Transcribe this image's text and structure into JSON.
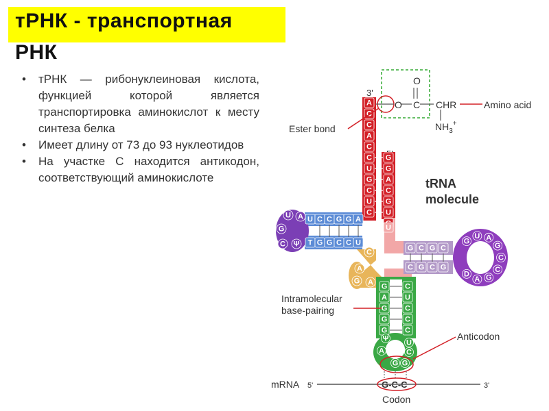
{
  "slide": {
    "title_line1": "тРНК - транспортная",
    "title_line2": "РНК",
    "bullets": [
      "тРНК — рибонуклеиновая кислота, функцией которой является транспортировка аминокислот к месту синтеза белка",
      "Имеет длину от 73 до 93 нуклеотидов",
      "На участке C находится антикодон, соответствующий аминокислоте"
    ]
  },
  "figure": {
    "label_3prime": "3'",
    "label_5prime": "5'",
    "ester_bond": "Ester bond",
    "amino_acid": "Amino acid",
    "group_o": "O",
    "group_c": "C",
    "group_chr": "CHR",
    "group_dbl_o": "O",
    "group_nh3": "NH",
    "group_nh3_sub": "3",
    "group_nh3_sup": "+",
    "trna_molecule_1": "tRNA",
    "trna_molecule_2": "molecule",
    "intramolecular_1": "Intramolecular",
    "intramolecular_2": "base-pairing",
    "anticodon": "Anticodon",
    "mrna": "mRNA",
    "mrna_5": "5'",
    "mrna_3": "3'",
    "codon": "Codon",
    "codon_seq": "G-C-C",
    "acceptor_3_seq": [
      "A",
      "C",
      "C",
      "A",
      "C",
      "C",
      "U",
      "G",
      "C",
      "U",
      "C"
    ],
    "acceptor_5_seq": [
      "G",
      "G",
      "A",
      "C",
      "G",
      "U",
      "G"
    ],
    "acceptor_5_extra": "U",
    "d_arm_top": [
      "U",
      "C",
      "C",
      "G",
      "G",
      "A"
    ],
    "d_arm_bottom": [
      "T",
      "G",
      "G",
      "C",
      "C",
      "U"
    ],
    "d_loop": [
      "A",
      "U",
      "G",
      "C",
      "Ψ"
    ],
    "d_junction": [
      "G",
      "A",
      "A",
      "C"
    ],
    "t_arm_top": [
      "G",
      "C",
      "G",
      "C"
    ],
    "t_arm_bottom": [
      "C",
      "G",
      "C",
      "G"
    ],
    "t_loop": [
      "G",
      "U",
      "A",
      "G",
      "C",
      "C",
      "G",
      "A",
      "D"
    ],
    "anticodon_left": [
      "G",
      "A",
      "G",
      "G",
      "G"
    ],
    "anticodon_right": [
      "C",
      "U",
      "C",
      "C",
      "C"
    ],
    "anticodon_loop": [
      "Ψ",
      "A",
      "U",
      "C",
      "G",
      "G"
    ],
    "colors": {
      "title_bg": "#ffff00",
      "acceptor": "#d32027",
      "d_arm": "#5b8bd6",
      "d_loop": "#7b3fb5",
      "t_loop": "#8e3dbd",
      "t_arm": "#b39ac8",
      "anticodon_arm": "#3aa845",
      "junction": "#e8b55a",
      "pink": "#f2a7a7",
      "leader": "#d32027"
    }
  }
}
